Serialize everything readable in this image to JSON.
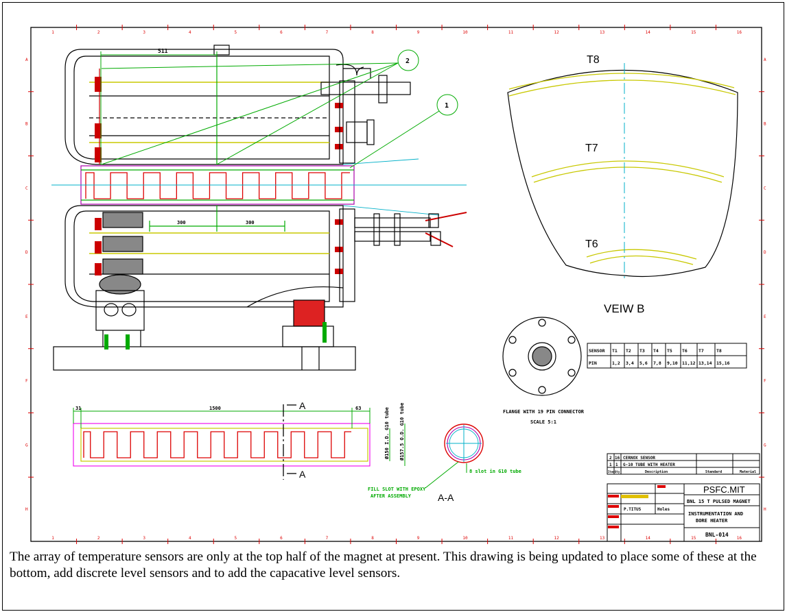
{
  "view_b": {
    "title": "VEIW B",
    "sensor_labels": [
      "T8",
      "T7",
      "T6"
    ]
  },
  "flange": {
    "label_line1": "FLANGE WITH 19 PIN CONNECTOR",
    "label_line2": "SCALE 5:1"
  },
  "pin_table": {
    "header": [
      "SENSOR",
      "T1",
      "T2",
      "T3",
      "T4",
      "T5",
      "T6",
      "T7",
      "T8"
    ],
    "row": [
      "PIN",
      "1,2",
      "3,4",
      "5,6",
      "7,8",
      "9,10",
      "11,12",
      "13,14",
      "15,16"
    ]
  },
  "balloons": [
    "2",
    "1"
  ],
  "dimensions": {
    "top_width": "511",
    "inner_left": "300",
    "inner_right": "300",
    "heater_left": "31",
    "heater_length": "1500",
    "heater_right": "63",
    "tube_inner": "Ø150 I.D. G10 tube",
    "tube_outer": "Ø157.5 O.D. G10 tube"
  },
  "section": {
    "marker_top": "A",
    "marker_bottom": "A",
    "title": "A-A",
    "slot_note": "8 slot in G10 tube",
    "epoxy_line1": "FILL SLOT WITH EPOXY",
    "epoxy_line2": "AFTER ASSEMBLY"
  },
  "parts_list": {
    "rows": [
      [
        "2",
        "16",
        "CERNOX SENSOR"
      ],
      [
        "1",
        "1",
        "G-10 TUBE WITH HEATER"
      ]
    ],
    "headers": [
      "Item",
      "Qty",
      "Description",
      "Standard",
      "Material"
    ]
  },
  "title_block": {
    "org": "PSFC.MIT",
    "project": "BNL 15 T PULSED MAGNET",
    "title_line1": "INSTRUMENTATION AND",
    "title_line2": "BORE HEATER",
    "drawing_no": "BNL-014",
    "drawn_by": "P.TITUS",
    "check_note": "Holes"
  },
  "border_numbers": [
    "1",
    "2",
    "3",
    "4",
    "5",
    "6",
    "7",
    "8",
    "9",
    "10",
    "11",
    "12",
    "13",
    "14",
    "15",
    "16"
  ],
  "border_letters": [
    "A",
    "B",
    "C",
    "D",
    "E",
    "F",
    "G",
    "H"
  ],
  "caption": "The array of temperature sensors are only at the top half of the magnet at present. This drawing is being updated to place some of these at the bottom, add discrete level sensors and to add the capacative level sensors."
}
